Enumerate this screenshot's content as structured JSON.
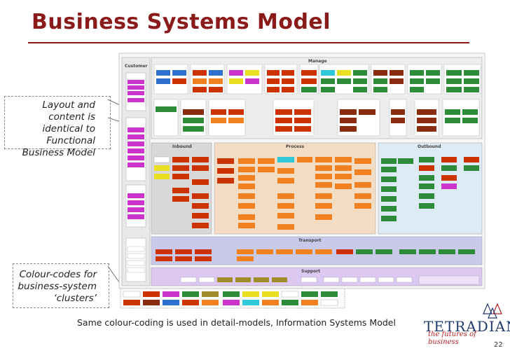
{
  "title": "Business Systems Model",
  "callouts": {
    "layout": "Layout and content is identical to Functional Business Model",
    "colour": "Colour-codes for business-system ‘clusters’"
  },
  "caption": "Same colour-coding is used in detail-models, Information Systems Model",
  "logo": {
    "name": "TETRADIAN",
    "tagline": "the futures of business"
  },
  "page_number": "22",
  "zones": {
    "customer": "Customer",
    "manage": "Manage",
    "inbound": "Inbound",
    "process": "Process",
    "outbound": "Outbound",
    "transport": "Transport",
    "support": "Support"
  },
  "colors": {
    "accent": "#8b1a1a",
    "manage_bg": "#ededed",
    "inbound_bg": "#d8d8d8",
    "process_bg": "#f3dcc4",
    "outbound_bg": "#dcebf5",
    "transport_bg": "#c9c9ec",
    "support_bg": "#dcc8f0",
    "red": "#cc3300",
    "dark_red": "#8b2c10",
    "orange": "#f08020",
    "green": "#2e8b3a",
    "olive": "#a08c28",
    "magenta": "#cc33cc",
    "blue": "#2f6fd0",
    "yellow": "#e8e020",
    "cyan": "#30c8d8"
  }
}
